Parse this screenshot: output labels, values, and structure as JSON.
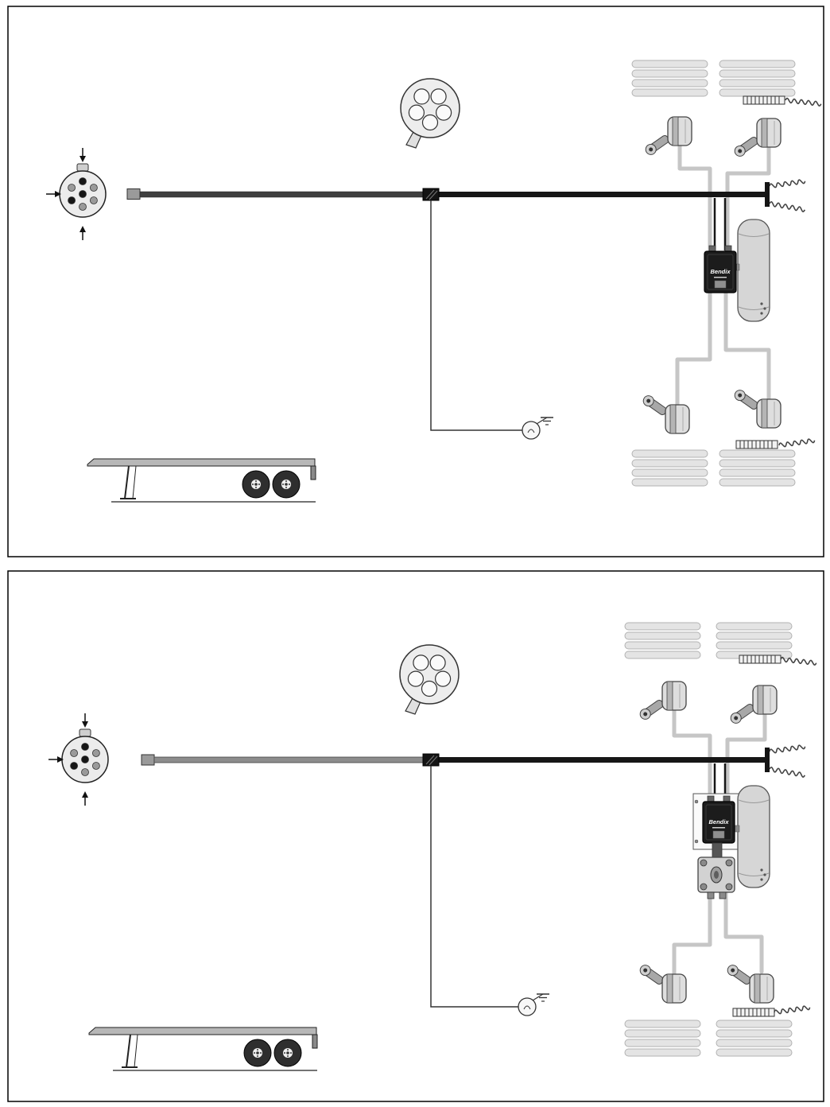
{
  "labels": {
    "ecu_brand": "Bendix"
  },
  "colors": {
    "page_bg": "#ffffff",
    "panel_border": "#000000",
    "power_cable_dark": "#161616",
    "power_cable_gray": "#8c8c8c",
    "sensor_cable_gray": "#c6c6c6",
    "component_fill": "#dedede",
    "reservoir_fill": "#d6d6d6",
    "ecu_fill": "#1c1c1c",
    "wheel_fill": "#e4e4e4"
  },
  "diagram": {
    "type": "schematic",
    "panels": [
      {
        "name": "trailer-abs-installation-top",
        "ecu_label": "Bendix"
      },
      {
        "name": "trailer-abs-installation-bottom",
        "ecu_label": "Bendix"
      }
    ]
  }
}
